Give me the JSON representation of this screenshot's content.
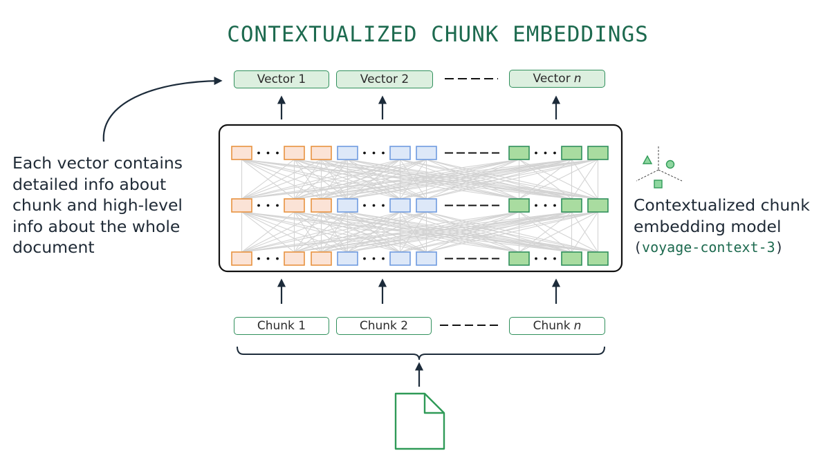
{
  "title": "CONTEXTUALIZED CHUNK EMBEDDINGS",
  "vectors": [
    {
      "label": "Vector 1"
    },
    {
      "label": "Vector 2"
    },
    {
      "label": "Vector",
      "italic": "n"
    }
  ],
  "chunks": [
    {
      "label": "Chunk 1"
    },
    {
      "label": "Chunk 2"
    },
    {
      "label": "Chunk",
      "italic": "n"
    }
  ],
  "left_note": "Each vector contains detailed info about chunk and high-level info about the whole document",
  "right_note": {
    "text": "Contextualized chunk embedding model",
    "paren_open": "(",
    "model": "voyage-context-3",
    "paren_close": ")"
  },
  "colors": {
    "title": "#1d6a4f",
    "orange": "#e8923f",
    "orange_fill": "#fbe3d6",
    "blue": "#6f9be0",
    "blue_fill": "#dde8f8",
    "green": "#2f8f5b",
    "green_fill": "#a9dca0",
    "arrow": "#1c2b3a",
    "edge": "#d3d3d3"
  },
  "icons": [
    "document-icon",
    "shapes-icon",
    "curved-arrow-icon"
  ]
}
